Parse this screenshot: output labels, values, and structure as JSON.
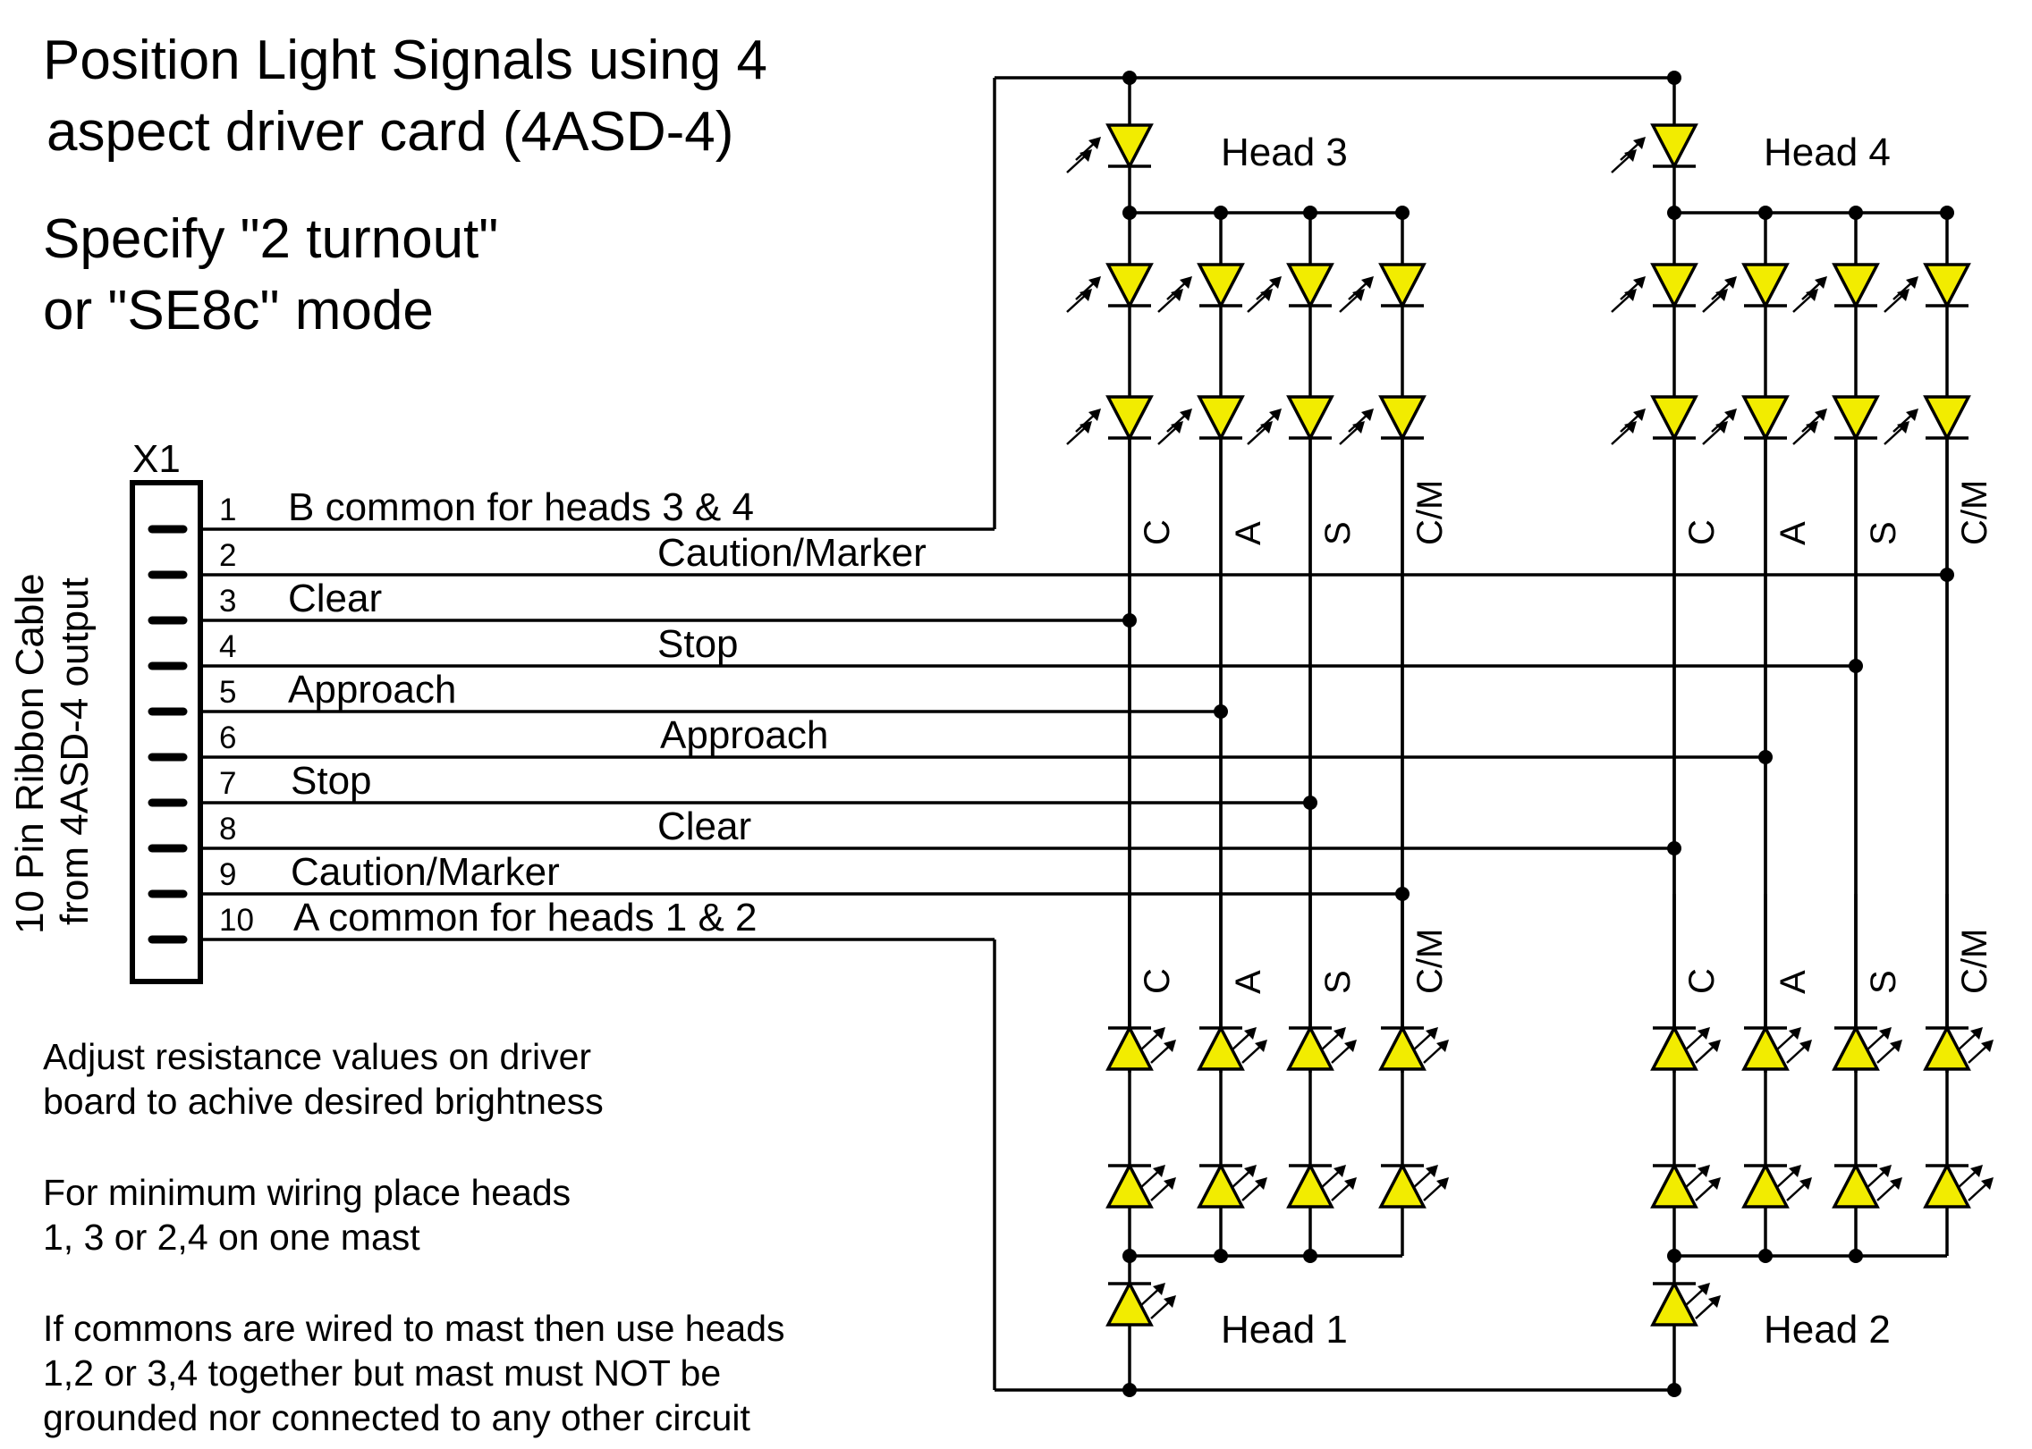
{
  "title_lines": [
    "Position Light Signals using 4",
    "aspect driver card (4ASD-4)"
  ],
  "mode_lines": [
    "Specify \"2 turnout\"",
    "or \"SE8c\" mode"
  ],
  "connector": {
    "name": "X1",
    "cable_label_lines": [
      "10 Pin Ribbon Cable",
      "from 4ASD-4 output"
    ],
    "pins": [
      {
        "number": "1",
        "label": "B common for heads 3 & 4"
      },
      {
        "number": "2",
        "label": "Caution/Marker"
      },
      {
        "number": "3",
        "label": "Clear"
      },
      {
        "number": "4",
        "label": "Stop"
      },
      {
        "number": "5",
        "label": "Approach"
      },
      {
        "number": "6",
        "label": "Approach"
      },
      {
        "number": "7",
        "label": "Stop"
      },
      {
        "number": "8",
        "label": "Clear"
      },
      {
        "number": "9",
        "label": "Caution/Marker"
      },
      {
        "number": "10",
        "label": "A common for heads 1 & 2"
      }
    ]
  },
  "heads": {
    "head1": "Head 1",
    "head2": "Head 2",
    "head3": "Head 3",
    "head4": "Head 4"
  },
  "column_labels": [
    "C",
    "A",
    "S",
    "C/M"
  ],
  "notes": {
    "brightness": [
      "Adjust resistance values on driver",
      "board to achive desired brightness"
    ],
    "wiring": [
      "For minimum wiring place heads",
      "1, 3 or 2,4 on one mast"
    ],
    "commons": [
      "If commons are wired to mast then use heads",
      "1,2 or 3,4 together but mast must NOT be",
      "grounded nor connected to any other circuit"
    ]
  },
  "colors": {
    "led_fill": "#f2ec00",
    "line": "#000000",
    "background": "#ffffff"
  }
}
